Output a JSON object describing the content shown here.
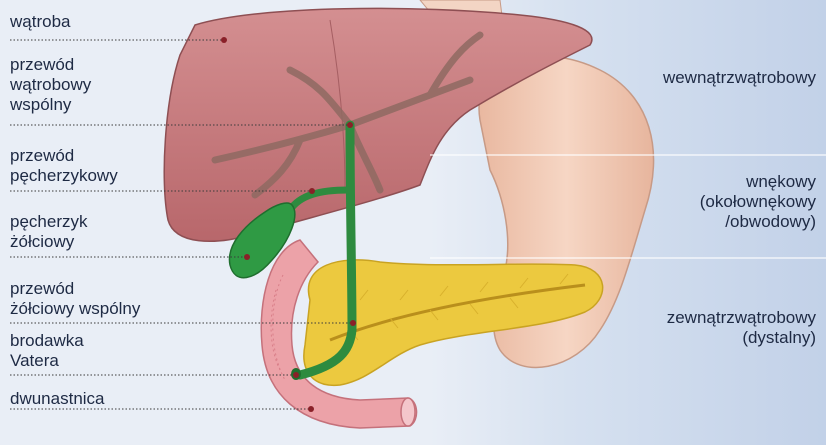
{
  "colors": {
    "background": "#e9eef6",
    "panel_right": "#c9d6ea",
    "liver": "#c7777a",
    "liver_ducts": "#8f6a62",
    "gallbladder": "#2e8b3f",
    "bile_duct": "#2e8b3f",
    "pancreas": "#e9c83a",
    "stomach": "#f0c7b0",
    "duodenum": "#e8909a",
    "label_text": "#1e2a44",
    "leader_line": "#3a3a3a"
  },
  "left_labels": [
    {
      "id": "liver",
      "text": "wątroba"
    },
    {
      "id": "common-hepatic-duct",
      "text": "przewód\nwątrobowy\nwspólny"
    },
    {
      "id": "cystic-duct",
      "text": "przewód\npęcherzykowy"
    },
    {
      "id": "gallbladder",
      "text": "pęcherzyk\nżółciowy"
    },
    {
      "id": "common-bile-duct",
      "text": "przewód\nżółciowy wspólny"
    },
    {
      "id": "ampulla-of-vater",
      "text": "brodawka\nVatera"
    },
    {
      "id": "duodenum",
      "text": "dwunastnica"
    }
  ],
  "right_labels": [
    {
      "id": "intrahepatic",
      "text": "wewnątrzwątrobowy"
    },
    {
      "id": "perihilar",
      "text": "wnękowy\n(okołownękowy\n/obwodowy)"
    },
    {
      "id": "distal",
      "text": "zewnątrzwątrobowy\n(dystalny)"
    }
  ]
}
